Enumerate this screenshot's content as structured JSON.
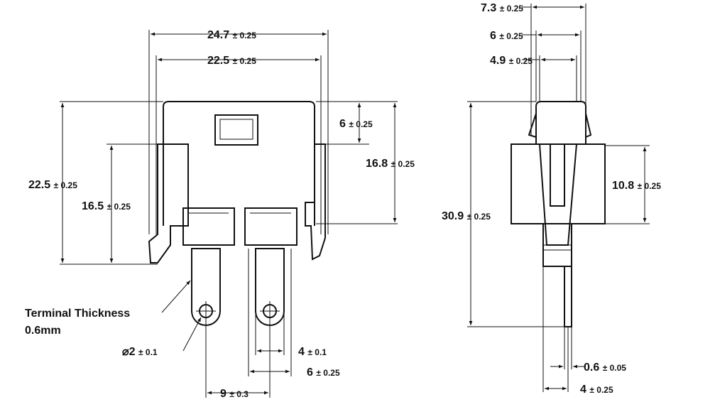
{
  "front_view": {
    "dims": [
      {
        "value": "24.7",
        "tol": "± 0.25"
      },
      {
        "value": "22.5",
        "tol": "± 0.25"
      },
      {
        "value": "6",
        "tol": "± 0.25"
      },
      {
        "value": "16.8",
        "tol": "± 0.25"
      },
      {
        "value": "22.5",
        "tol": "± 0.25"
      },
      {
        "value": "16.5",
        "tol": "± 0.25"
      },
      {
        "value": "4",
        "tol": "± 0.1"
      },
      {
        "value": "6",
        "tol": "± 0.25"
      },
      {
        "value": "9",
        "tol": "± 0.3"
      }
    ],
    "hole": {
      "symbol": "⌀",
      "value": "2",
      "tol": "± 0.1"
    },
    "note": {
      "line1": "Terminal Thickness",
      "line2": "0.6mm"
    }
  },
  "side_view": {
    "dims": [
      {
        "value": "7.3",
        "tol": "± 0.25"
      },
      {
        "value": "6",
        "tol": "± 0.25"
      },
      {
        "value": "4.9",
        "tol": "± 0.25"
      },
      {
        "value": "30.9",
        "tol": "± 0.25"
      },
      {
        "value": "10.8",
        "tol": "± 0.25"
      },
      {
        "value": "0.6",
        "tol": "± 0.05"
      },
      {
        "value": "4",
        "tol": "± 0.25"
      }
    ]
  }
}
